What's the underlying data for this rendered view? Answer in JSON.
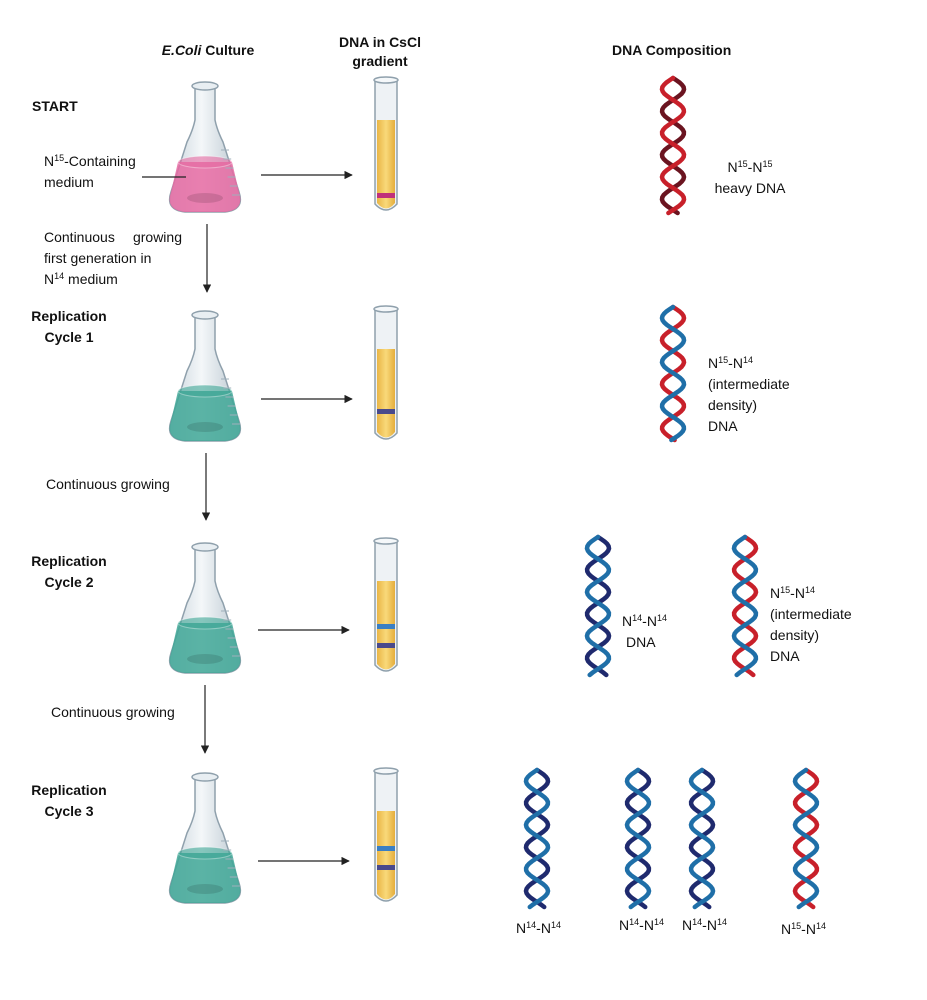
{
  "headers": {
    "culture_italic": "E.Coli",
    "culture_rest": "Culture",
    "gradient": "DNA in CsCl gradient",
    "composition": "DNA Composition"
  },
  "rows": [
    {
      "label": "START"
    },
    {
      "label_line1": "Replication",
      "label_line2": "Cycle 1"
    },
    {
      "label_line1": "Replication",
      "label_line2": "Cycle 2"
    },
    {
      "label_line1": "Replication",
      "label_line2": "Cycle 3"
    }
  ],
  "medium": {
    "n": "N",
    "iso": "15",
    "line1_rest": "-Containing",
    "line2": "medium"
  },
  "transitions": [
    {
      "line1": "Continuous growing",
      "line2": "first generation in",
      "n": "N",
      "iso": "14",
      "rest": " medium"
    },
    {
      "text": "Continuous growing"
    },
    {
      "text": "Continuous growing"
    }
  ],
  "dna": {
    "heavy": {
      "a": "N",
      "ia": "15",
      "b": "N",
      "ib": "15",
      "desc": "heavy DNA"
    },
    "inter": {
      "a": "N",
      "ia": "15",
      "b": "N",
      "ib": "14",
      "l1": "(intermediate",
      "l2": "density)",
      "l3": "DNA"
    },
    "light": {
      "a": "N",
      "ia": "14",
      "b": "N",
      "ib": "14",
      "desc": "DNA"
    },
    "inter2": {
      "a": "N",
      "ia": "15",
      "b": "N",
      "ib": "14",
      "l1": "(intermediate",
      "l2": "density)",
      "l3": "DNA"
    },
    "c3": [
      {
        "a": "N",
        "ia": "14",
        "b": "N",
        "ib": "14"
      },
      {
        "a": "N",
        "ia": "14",
        "b": "N",
        "ib": "14"
      },
      {
        "a": "N",
        "ia": "14",
        "b": "N",
        "ib": "14"
      },
      {
        "a": "N",
        "ia": "15",
        "b": "N",
        "ib": "14"
      }
    ]
  },
  "colors": {
    "heavy_strand_dark": "#6b1420",
    "heavy_strand": "#c8202a",
    "light_strand_dark": "#1f2a6e",
    "light_strand": "#1f6fa8",
    "pink_medium": "#e66aa2",
    "teal_medium": "#3fa796",
    "tube_liquid": "#f4c95d",
    "band_heavy": "#c0307a",
    "band_intermediate": "#4a4a8c",
    "band_light": "#3a7fc4"
  }
}
